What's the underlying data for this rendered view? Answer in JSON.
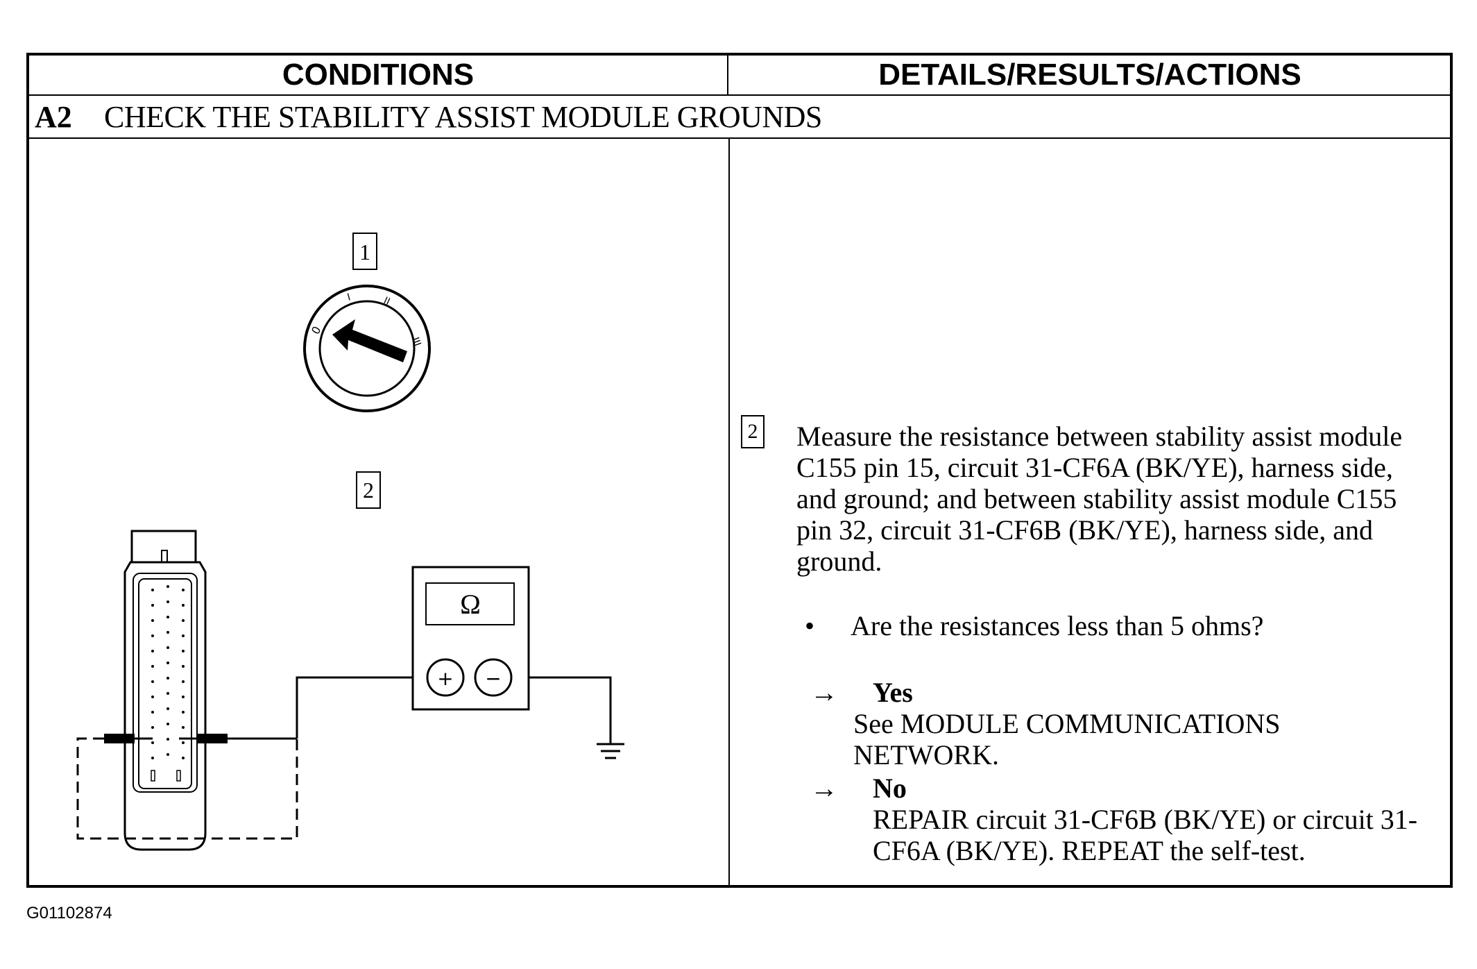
{
  "header": {
    "conditions": "CONDITIONS",
    "details": "DETAILS/RESULTS/ACTIONS"
  },
  "step": {
    "code": "A2",
    "title": "CHECK THE STABILITY ASSIST MODULE GROUNDS"
  },
  "diagram": {
    "step1_label": "1",
    "step2_label": "2",
    "ignition_marks": [
      "0",
      "I",
      "II",
      "III"
    ],
    "meter_symbol": "Ω",
    "plus": "+",
    "minus": "−"
  },
  "details": {
    "step_label": "2",
    "instruction": "Measure the resistance between stability assist module C155 pin 15, circuit 31-CF6A (BK/YE), harness side, and ground; and between stability assist module C155 pin 32, circuit 31-CF6B (BK/YE), harness side, and ground.",
    "question": "Are the resistances less than 5 ohms?",
    "bullet": "•",
    "arrow": "→",
    "yes_label": "Yes",
    "yes_action": "See MODULE COMMUNICATIONS NETWORK.",
    "no_label": "No",
    "no_action": "REPAIR circuit 31-CF6B (BK/YE) or circuit 31-CF6A (BK/YE). REPEAT the self-test."
  },
  "figure_id": "G01102874"
}
